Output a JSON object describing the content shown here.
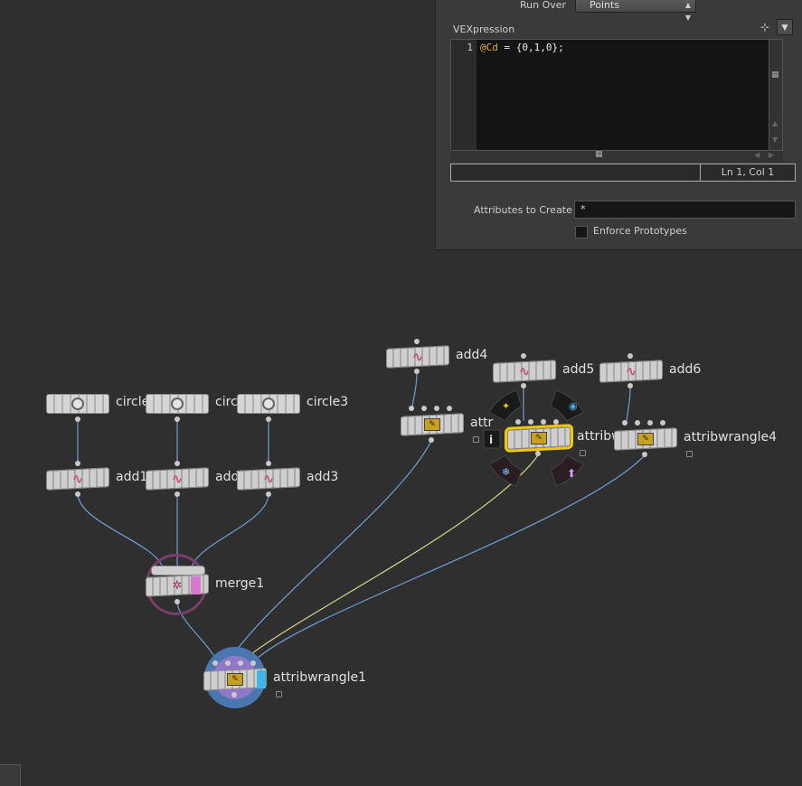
{
  "panel": {
    "run_over_label": "Run Over",
    "run_over_value": "Points",
    "vexpression_label": "VEXpression",
    "code_line_number": "1",
    "code_attr": "@Cd",
    "code_rest": " = {0,1,0};",
    "cursor_position": "Ln 1, Col 1",
    "attributes_to_create_label": "Attributes to Create",
    "attributes_to_create_value": "*",
    "enforce_prototypes_label": "Enforce Prototypes",
    "enforce_prototypes_checked": false
  },
  "network": {
    "nodes": {
      "circle1": "circle1",
      "circle2": "circ",
      "circle3": "circle3",
      "add1": "add1",
      "add2": "add",
      "add3": "add3",
      "add4": "add4",
      "add5": "add5",
      "add6": "add6",
      "attribwrangle2": "attr",
      "attribwrangle3": "attribw",
      "attribwrangle4": "attribwrangle4",
      "merge1": "merge1",
      "attribwrangle1": "attribwrangle1"
    },
    "icons": {
      "generator": "circle-icon",
      "add": "wave-icon",
      "wrangle": "vex-icon",
      "merge": "merge-icon"
    },
    "colors": {
      "wire": "#6f9fd6",
      "selected_wire": "#d6d48a",
      "selected_outline": "#f0c800",
      "merge_ring": "#7a3e6a",
      "wrangle1_ring": "#4a77b0",
      "display_flag": "#3fb6e6",
      "template_flag": "#d67ad0"
    }
  }
}
